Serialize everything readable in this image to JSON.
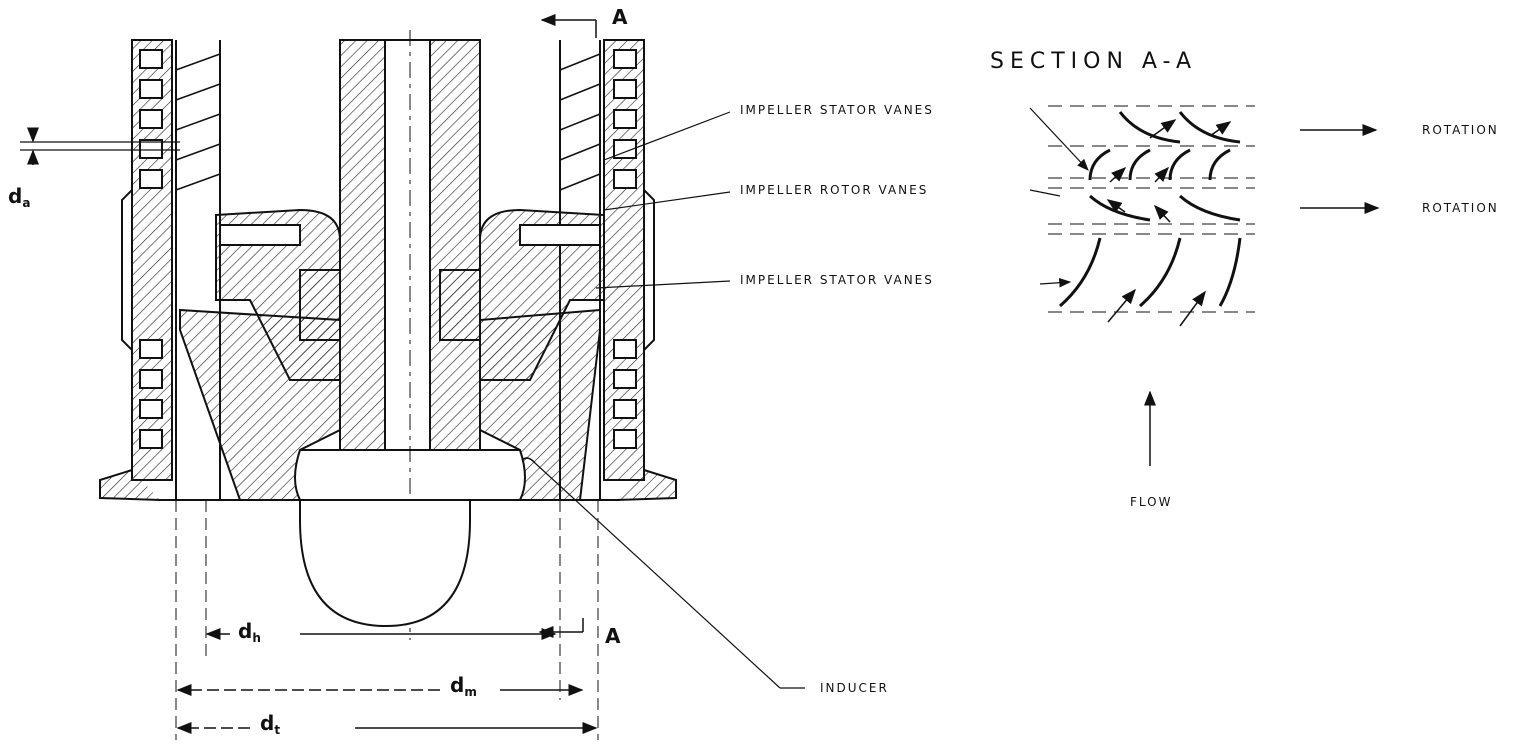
{
  "section_title": "SECTION A-A",
  "section_marker": "A",
  "labels": {
    "stator_vanes_top": "IMPELLER STATOR VANES",
    "rotor_vanes": "IMPELLER ROTOR VANES",
    "stator_vanes_bottom": "IMPELLER STATOR VANES",
    "rotation_1": "ROTATION",
    "rotation_2": "ROTATION",
    "flow": "FLOW",
    "inducer": "INDUCER"
  },
  "dimensions": {
    "da": {
      "main": "d",
      "sub": "a"
    },
    "dh": {
      "main": "d",
      "sub": "h"
    },
    "dm": {
      "main": "d",
      "sub": "m"
    },
    "dt": {
      "main": "d",
      "sub": "t"
    }
  }
}
